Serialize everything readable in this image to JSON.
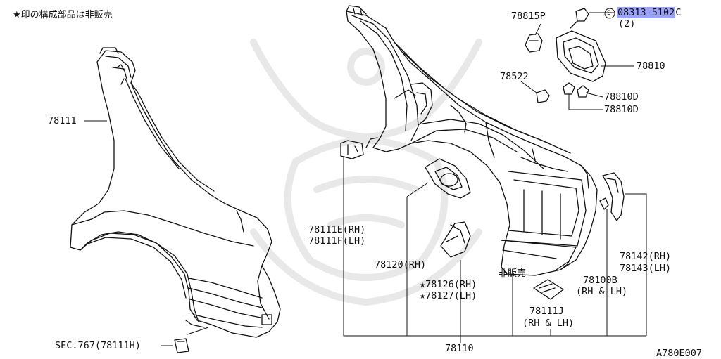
{
  "header_note": "★印の構成部品は非販売",
  "labels": {
    "p78111": "78111",
    "p78815P": "78815P",
    "s_symbol": "S",
    "bolt_number": "08313-5102C",
    "bolt_number_highlight": "08313-5102",
    "bolt_number_rest": "C",
    "bolt_qty": "(2)",
    "p78810": "78810",
    "p78522": "78522",
    "p78810D_a": "78810D",
    "p78810D_b": "78810D",
    "p78111E": "78111E(RH)",
    "p78111F": "78111F(LH)",
    "p78120": "78120(RH)",
    "p78126": "★78126(RH)",
    "p78127": "★78127(LH)",
    "not_for_sale": "非販売",
    "p78111J": "78111J",
    "p78111J_side": "(RH & LH)",
    "p78100B": "78100B",
    "p78100B_side": "(RH & LH)",
    "p78142": "78142(RH)",
    "p78143": "78143(LH)",
    "p78110": "78110",
    "sec767": "SEC.767(78111H)",
    "diagram_code": "A780E007"
  },
  "colors": {
    "line": "#111111",
    "highlight": "#9aa3ff",
    "watermark": "#e6e6e6"
  }
}
